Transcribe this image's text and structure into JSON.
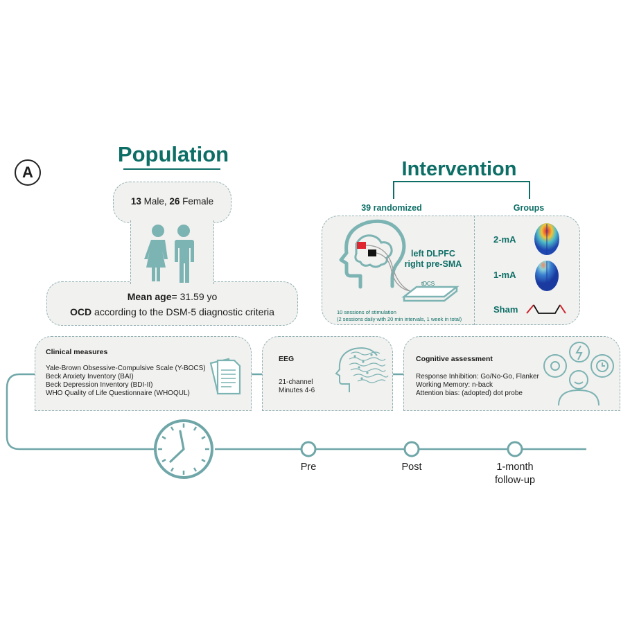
{
  "panel_label": "A",
  "population": {
    "title": "Population",
    "male_count": "13",
    "male_label": " Male, ",
    "female_count": "26",
    "female_label": " Female",
    "age_label": "Mean age",
    "age_value": "= 31.59 yo",
    "ocd_label": "OCD",
    "ocd_text": " according to the DSM-5 diagnostic criteria"
  },
  "intervention": {
    "title": "Intervention",
    "randomized_label": "39 randomized",
    "groups_label": "Groups",
    "target_line1": "left DLPFC",
    "target_line2": "right pre-SMA",
    "device_label": "tDCS",
    "sessions_line1": "10 sessions of stimulation",
    "sessions_line2": "(2 sessions daily with 20 min intervals, 1 week in total)",
    "groups": [
      {
        "label": "2-mA",
        "icon": "brain-current-map-icon"
      },
      {
        "label": "1-mA",
        "icon": "brain-current-map-icon"
      },
      {
        "label": "Sham",
        "icon": "sham-ramp-waveform-icon"
      }
    ]
  },
  "clinical": {
    "title": "Clinical measures",
    "items": [
      "Yale-Brown Obsessive-Compulsive Scale (Y-BOCS)",
      "Beck Anxiety Inventory (BAI)",
      "Beck Depression Inventory (BDI-II)",
      "WHO Quality of Life Questionnaire (WHOQUL)"
    ]
  },
  "eeg": {
    "title": "EEG",
    "line1": "21-channel",
    "line2": "Minutes 4-6"
  },
  "cognitive": {
    "title": "Cognitive assessment",
    "items": [
      "Response Inhibition: Go/No-Go, Flanker",
      "Working Memory: n-back",
      "Attention bias: (adopted) dot probe"
    ]
  },
  "timeline": {
    "points": [
      "Pre",
      "Post",
      "1-month"
    ],
    "followup_suffix": "follow-up"
  },
  "colors": {
    "teal_dark": "#0d6e66",
    "teal_line": "#6fa6a8",
    "panel_bg": "#f1f1ef",
    "electrode_red": "#e0262f",
    "electrode_black": "#111111"
  }
}
